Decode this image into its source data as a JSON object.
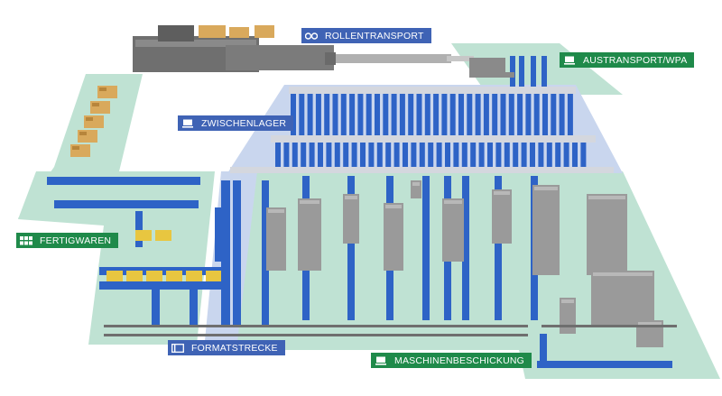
{
  "zones": {
    "rollentransport": {
      "label": "ROLLENTRANSPORT",
      "icon": "rolls-icon"
    },
    "austransport": {
      "label": "AUSTRANSPORT/WPA",
      "icon": "monitor-icon"
    },
    "zwischenlager": {
      "label": "ZWISCHENLAGER",
      "icon": "monitor-icon"
    },
    "fertigwaren": {
      "label": "FERTIGWAREN",
      "icon": "grid-icon"
    },
    "formatstrecke": {
      "label": "FORMATSTRECKE",
      "icon": "format-icon"
    },
    "maschinenbeschickung": {
      "label": "MASCHINENBESCHICKUNG",
      "icon": "monitor-icon"
    }
  },
  "colors": {
    "floor_green": "#bfe2d3",
    "floor_blue": "#c9d6ee",
    "conveyor_blue": "#2e63c6",
    "rail_grey": "#d4d7de",
    "machine_grey": "#9a9a9a",
    "label_blue": "#3f63b5",
    "label_green": "#1f8a4a",
    "pallet_yellow": "#e8c640",
    "box_tan": "#d9a95c"
  }
}
